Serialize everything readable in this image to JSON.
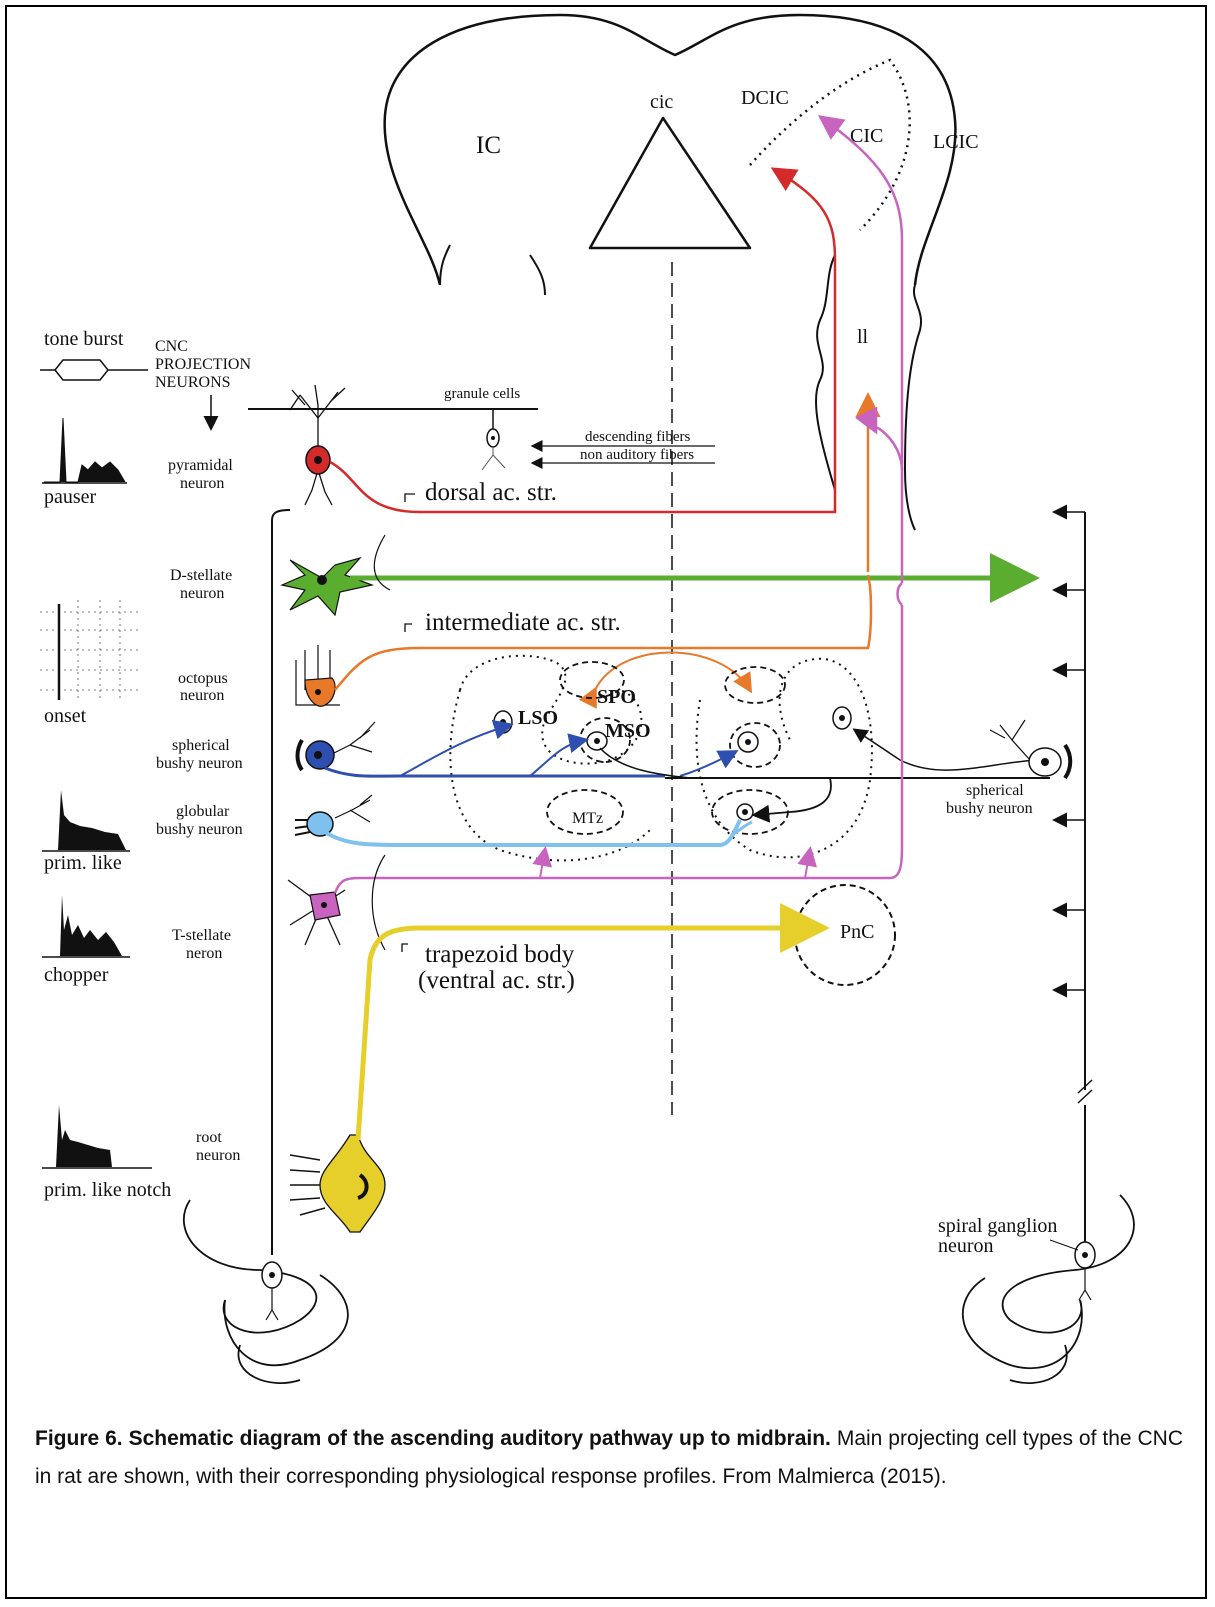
{
  "labels": {
    "ic": "IC",
    "cic_top": "cic",
    "dcic": "DCIC",
    "cic": "CIC",
    "lcic": "LCIC",
    "ll": "ll",
    "tone_burst": "tone burst",
    "cnc": "CNC",
    "projection": "PROJECTION",
    "neurons": "NEURONS",
    "granule_cells": "granule cells",
    "descending_fibers": "descending fibers",
    "non_auditory_fibers": "non auditory fibers",
    "pyramidal_1": "pyramidal",
    "pyramidal_2": "neuron",
    "pauser": "pauser",
    "dorsal_str": "dorsal ac. str.",
    "dstellate_1": "D-stellate",
    "dstellate_2": "neuron",
    "intermediate_str": "intermediate ac. str.",
    "octopus_1": "octopus",
    "octopus_2": "neuron",
    "onset": "onset",
    "spo": "SPO",
    "lso": "LSO",
    "mso": "MSO",
    "mtz": "MTz",
    "sbn_left_1": "spherical",
    "sbn_left_2": "bushy neuron",
    "gbn_1": "globular",
    "gbn_2": "bushy neuron",
    "prim_like": "prim. like",
    "sbn_right_1": "spherical",
    "sbn_right_2": "bushy neuron",
    "tstellate_1": "T-stellate",
    "tstellate_2": "neron",
    "chopper": "chopper",
    "trapezoid_1": "trapezoid body",
    "trapezoid_2": "(ventral ac. str.)",
    "pnc": "PnC",
    "root_1": "root",
    "root_2": "neuron",
    "prim_like_notch": "prim. like notch",
    "spiral_1": "spiral ganglion",
    "spiral_2": "neuron"
  },
  "caption": {
    "title": "Figure 6. Schematic diagram of the ascending auditory pathway up to midbrain.",
    "body": " Main projecting cell types of the CNC in rat are shown, with their corresponding physiological response profiles. From Malmierca (2015)."
  },
  "colors": {
    "pyramidal": "#d42a2a",
    "dstellate": "#5aad2e",
    "octopus": "#e8782a",
    "spherical_bushy": "#2e4fb0",
    "globular_bushy": "#7ec0ee",
    "tstellate": "#c864c0",
    "root": "#e6cf2a"
  }
}
